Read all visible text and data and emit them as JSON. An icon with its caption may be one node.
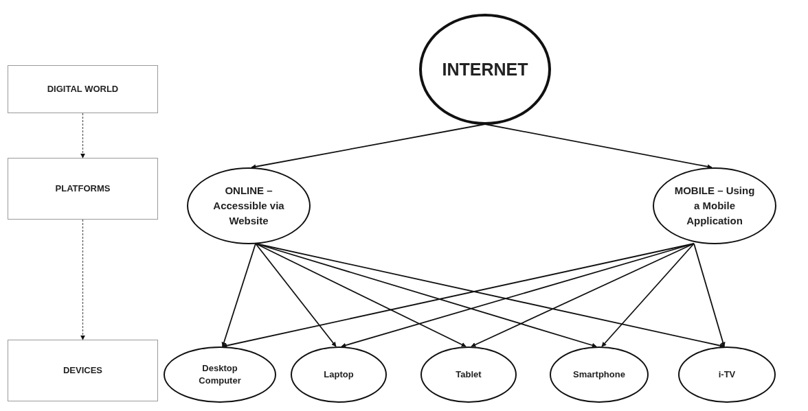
{
  "diagram": {
    "nodes": [
      {
        "text": [
          "DIGITAL WORLD"
        ]
      },
      {
        "text": [
          "PLATFORMS"
        ]
      },
      {
        "text": [
          "DEVICES"
        ]
      },
      {
        "text": [
          "INTERNET"
        ]
      },
      {
        "text": [
          "ONLINE – Accessible via Website"
        ]
      },
      {
        "text": [
          "MOBILE – Using a Mobile Application"
        ]
      },
      {
        "text": [
          "Desktop Computer"
        ]
      },
      {
        "text": [
          "Laptop"
        ]
      },
      {
        "text": [
          "Tablet"
        ]
      },
      {
        "text": [
          "Smartphone"
        ]
      },
      {
        "text": [
          "i-TV"
        ]
      }
    ],
    "edges": [
      {
        "from": 0,
        "to": 1,
        "arrow": "to",
        "style": "dashed"
      },
      {
        "from": 1,
        "to": 2,
        "arrow": "to",
        "style": "dashed"
      },
      {
        "from": 3,
        "to": 4,
        "arrow": "to"
      },
      {
        "from": 3,
        "to": 5,
        "arrow": "to"
      },
      {
        "from": 4,
        "to": 6,
        "arrow": "to"
      },
      {
        "from": 4,
        "to": 7,
        "arrow": "to"
      },
      {
        "from": 4,
        "to": 8,
        "arrow": "to"
      },
      {
        "from": 4,
        "to": 9,
        "arrow": "to"
      },
      {
        "from": 4,
        "to": 10,
        "arrow": "to"
      },
      {
        "from": 5,
        "to": 6,
        "arrow": "to"
      },
      {
        "from": 5,
        "to": 7,
        "arrow": "to"
      },
      {
        "from": 5,
        "to": 8,
        "arrow": "to"
      },
      {
        "from": 5,
        "to": 9,
        "arrow": "to"
      },
      {
        "from": 5,
        "to": 10,
        "arrow": "to"
      }
    ]
  }
}
